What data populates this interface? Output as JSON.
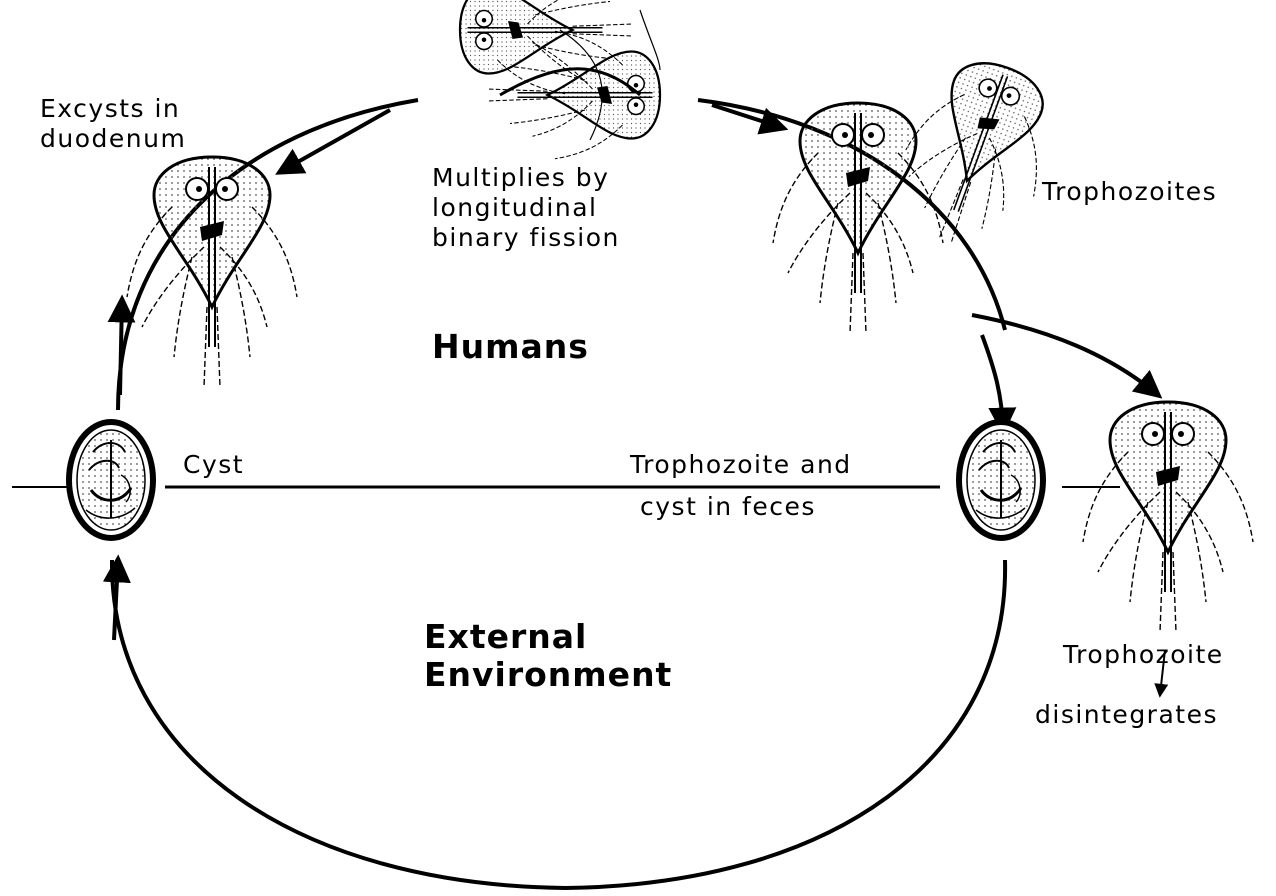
{
  "labels": {
    "excysts": [
      "Excysts in",
      "duodenum"
    ],
    "multiplies": [
      "Multiplies by",
      "longitudinal",
      "binary fission"
    ],
    "trophozoites": "Trophozoites",
    "humans": "Humans",
    "cyst": "Cyst",
    "troph_and_cyst": [
      "Trophozoite and",
      "cyst in feces"
    ],
    "external": [
      "External",
      "Environment"
    ],
    "troph_disintegrates": [
      "Trophozoite",
      "disintegrates"
    ]
  },
  "colors": {
    "ink": "#000000",
    "background": "#ffffff",
    "stipple": "#555555"
  }
}
